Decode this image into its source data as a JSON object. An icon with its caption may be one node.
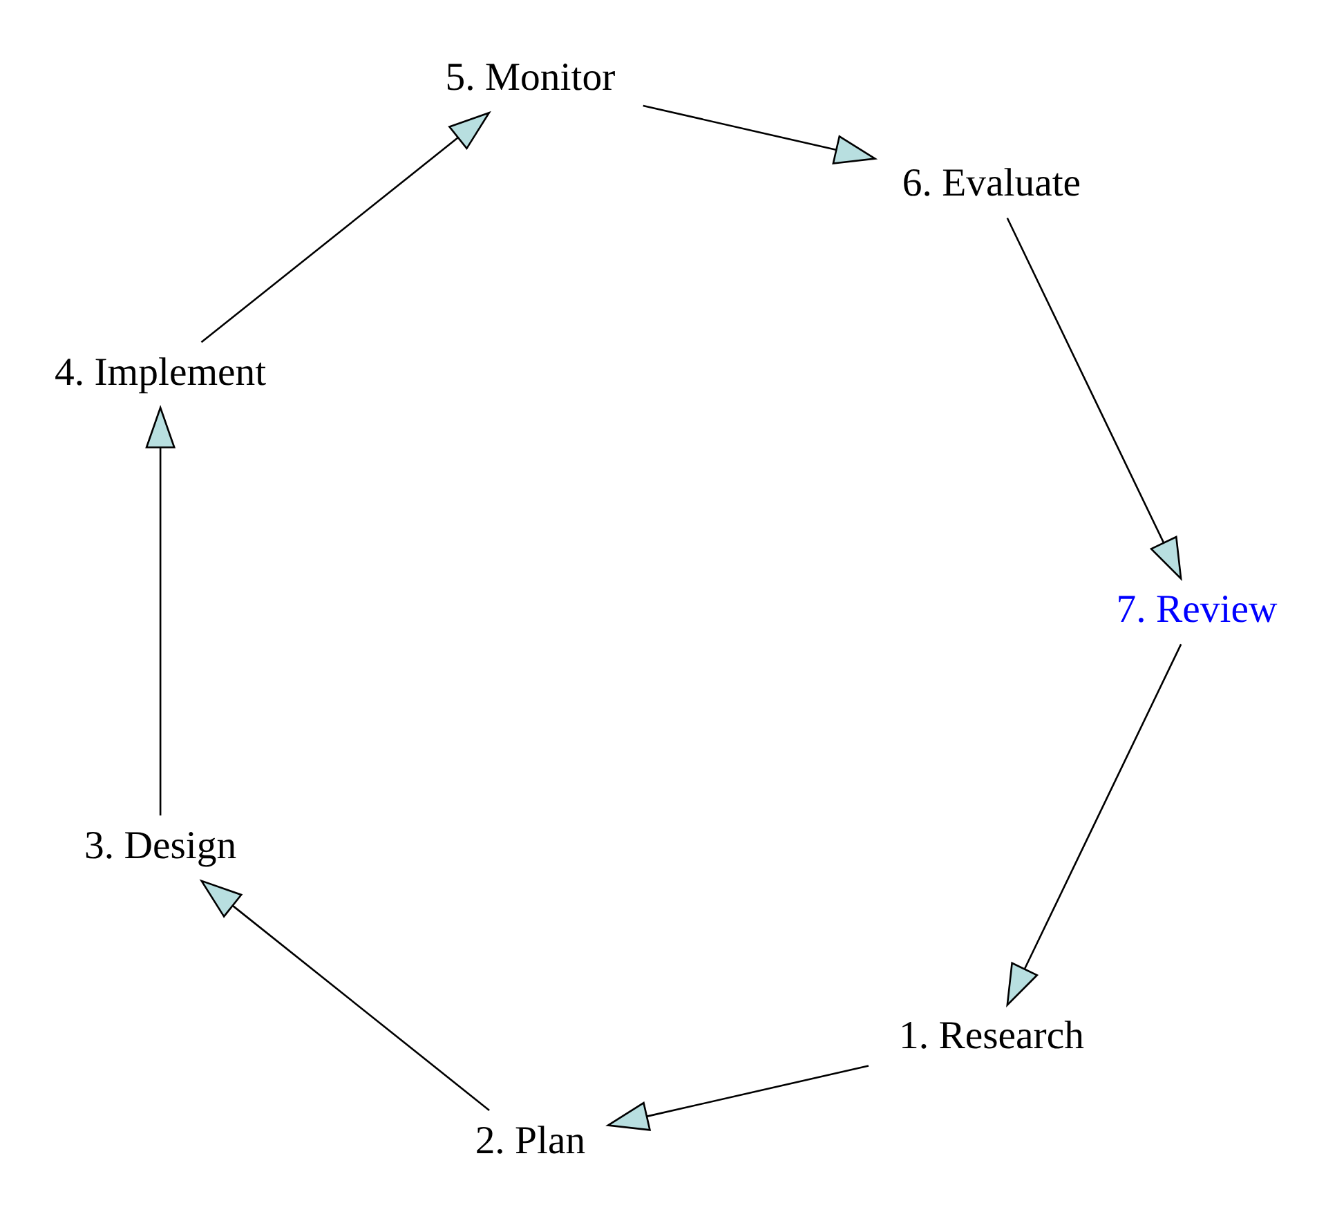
{
  "diagram": {
    "nodes": [
      {
        "text": [
          "1. Research"
        ]
      },
      {
        "text": [
          "2. Plan"
        ]
      },
      {
        "text": [
          "3. Design"
        ]
      },
      {
        "text": [
          "4. Implement"
        ]
      },
      {
        "text": [
          "5. Monitor"
        ]
      },
      {
        "text": [
          "6. Evaluate"
        ]
      },
      {
        "text": [
          "7. Review"
        ]
      }
    ],
    "edges": [
      {
        "from": 6,
        "to": 0,
        "arrow": "to"
      },
      {
        "from": 0,
        "to": 1,
        "arrow": "to"
      },
      {
        "from": 1,
        "to": 2,
        "arrow": "to"
      },
      {
        "from": 2,
        "to": 3,
        "arrow": "to"
      },
      {
        "from": 3,
        "to": 4,
        "arrow": "to"
      },
      {
        "from": 4,
        "to": 5,
        "arrow": "to"
      },
      {
        "from": 5,
        "to": 6,
        "arrow": "to"
      }
    ]
  }
}
